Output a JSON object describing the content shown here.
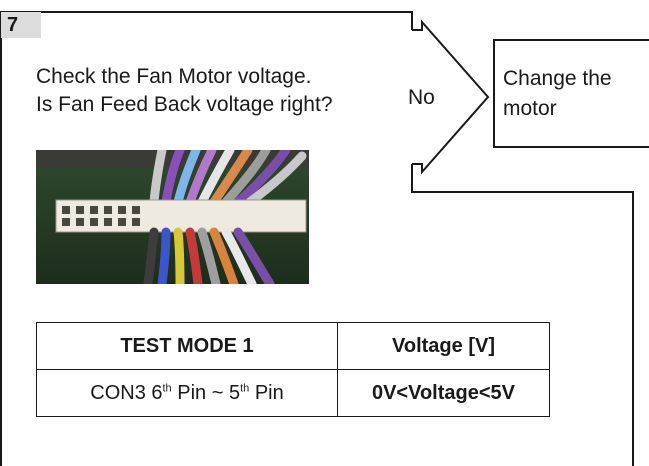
{
  "step": {
    "number": "7"
  },
  "question": {
    "line1": "Check the Fan Motor voltage.",
    "line2": "Is Fan Feed Back voltage right?"
  },
  "branch": {
    "no_label": "No"
  },
  "action": {
    "line1": "Change the",
    "line2": "motor"
  },
  "photo": {
    "subject": "fan-motor-connector-photo"
  },
  "table": {
    "header_col1": "TEST MODE 1",
    "header_col2": "Voltage [V]",
    "row1": {
      "con": "CON3 6",
      "sup1": "th",
      "mid": " Pin ~ 5",
      "sup2": "th",
      "end": " Pin",
      "voltage": "0V<Voltage<5V"
    }
  }
}
